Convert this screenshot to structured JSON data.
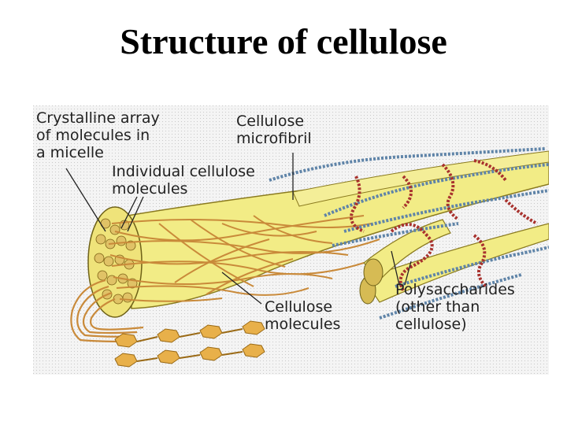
{
  "title": "Structure of cellulose",
  "labels": {
    "crystalline_1": "Crystalline array",
    "crystalline_2": "of molecules in",
    "crystalline_3": "a micelle",
    "microfibril_1": "Cellulose",
    "microfibril_2": "microfibril",
    "individual_1": "Individual  cellulose",
    "individual_2": "molecules",
    "molecules_1": "Cellulose",
    "molecules_2": "molecules",
    "poly_1": "Polysaccharides",
    "poly_2": "(other than",
    "poly_3": "cellulose)"
  },
  "colors": {
    "fibril_fill": "#f2ec86",
    "fibril_stroke": "#8a7a1e",
    "strand": "#c98a3a",
    "hexagon": "#e8b04a",
    "blue_chain": "#5f84a8",
    "red_chain": "#a8322e",
    "background": "#ececec"
  }
}
